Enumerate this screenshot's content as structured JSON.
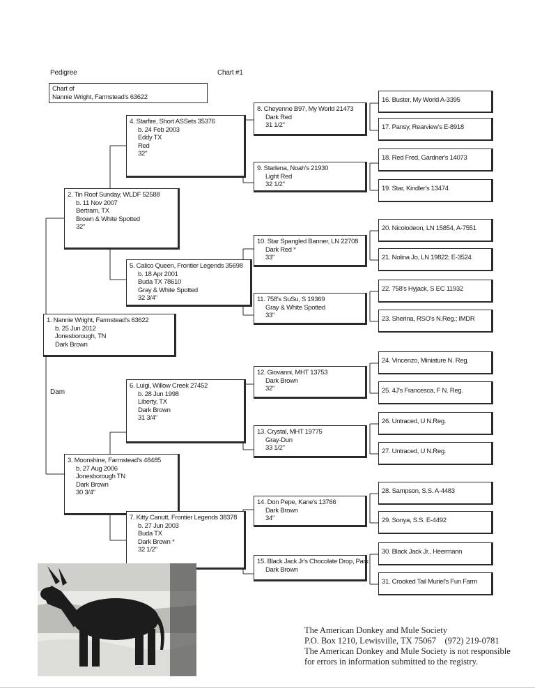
{
  "header": {
    "left": "Pedigree",
    "right": "Chart #1"
  },
  "chart_of": {
    "line1": "Chart of",
    "line2": "Nannie Wright, Farmstead's 63622"
  },
  "dam_label": "Dam",
  "animals": {
    "a1": {
      "name": "1. Nannie Wright, Farmstead's 63622",
      "lines": [
        "b. 25 Jun 2012",
        "Jonesborough, TN",
        "Dark Brown"
      ]
    },
    "a2": {
      "name": "2. Tin Roof Sunday, WLDF 52588",
      "lines": [
        "b. 11 Nov 2007",
        "Bertram, TX",
        "Brown & White Spotted",
        "32\""
      ]
    },
    "a3": {
      "name": "3. Moonshine, Farmstead's 48485",
      "lines": [
        "b. 27 Aug 2006",
        "Jonesborough TN",
        "Dark Brown",
        "30 3/4\""
      ]
    },
    "a4": {
      "name": "4. Starfire, Short ASSets 35376",
      "lines": [
        "b. 24 Feb 2003",
        "Eddy TX",
        "Red",
        "32\""
      ]
    },
    "a5": {
      "name": "5. Calico Queen, Frontier Legends 35698",
      "lines": [
        "b. 18 Apr 2001",
        "Buda TX 78610",
        "Gray & White Spotted",
        "32 3/4\""
      ]
    },
    "a6": {
      "name": "6. Luigi, Willow Creek 27452",
      "lines": [
        "b. 28 Jun 1998",
        "Liberty, TX",
        "Dark Brown",
        "31 3/4\""
      ]
    },
    "a7": {
      "name": "7. Kitty Canutt, Frontier Legends 38378",
      "lines": [
        "b. 27 Jun 2003",
        "Buda TX",
        "Dark Brown *",
        "32 1/2\""
      ]
    },
    "a8": {
      "name": "8. Cheyenne B97, My World 21473",
      "lines": [
        "Dark Red",
        "31 1/2\""
      ]
    },
    "a9": {
      "name": "9. Starlena, Noah's 21930",
      "lines": [
        "Light Red",
        "32 1/2\""
      ]
    },
    "a10": {
      "name": "10. Star Spangled Banner, LN 22708",
      "lines": [
        "Dark Red *",
        "33\""
      ]
    },
    "a11": {
      "name": "11. 758's SuSu, S 19369",
      "lines": [
        "Gray & White Spotted",
        "33\""
      ]
    },
    "a12": {
      "name": "12. Giovanni, MHT 13753",
      "lines": [
        "Dark Brown",
        "32\""
      ]
    },
    "a13": {
      "name": "13. Crystal, MHT 19775",
      "lines": [
        "Gray-Dun",
        "33 1/2\""
      ]
    },
    "a14": {
      "name": "14. Don Pepe, Kane's 13766",
      "lines": [
        "Dark Brown",
        "34\""
      ]
    },
    "a15": {
      "name": "15. Black Jack Jr's Chocolate Drop, Park",
      "lines": [
        "Dark Brown"
      ]
    }
  },
  "great_grandparents": [
    "16. Buster, My World A-3395",
    "17. Pansy, Rearview's E-8918",
    "18. Red Fred, Gardner's 14073",
    "19. Star, Kindler's 13474",
    "20. Nicolodeon, LN 15854, A-7551",
    "21. Nolina Jo, LN 19822; E-3524",
    "22. 758's Hyjack, S EC 11932",
    "23. Sherina, RSO's N.Reg.; IMDR",
    "24. Vincenzo, Miniature N. Reg.",
    "25. 4J's Francesca, F N. Reg.",
    "26. Untraced, U N.Reg.",
    "27. Untraced, U N.Reg.",
    "28. Sampson, S.S. A-4483",
    "29. Sonya, S.S. E-4492",
    "30. Black Jack Jr., Heermann",
    "31. Crooked Tail Muriel's Fun Farm"
  ],
  "footer": {
    "line1": "The American Donkey and Mule Society",
    "line2": "P.O. Box 1210, Lewisville, TX 75067    (972) 219-0781",
    "line3": "The American Donkey and Mule Society is not responsible",
    "line4": "for errors in information submitted to the registry."
  }
}
